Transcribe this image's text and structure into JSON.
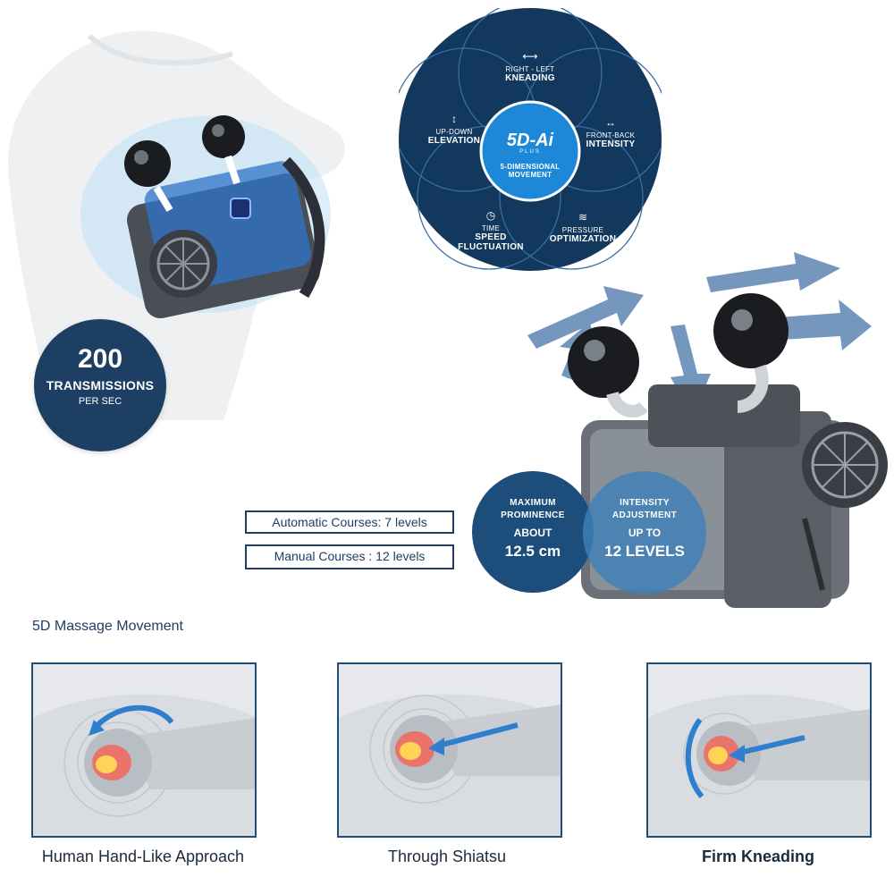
{
  "transmissions": {
    "value": "200",
    "label": "TRANSMISSIONS",
    "unit": "PER SEC"
  },
  "venn": {
    "center_logo": "5D-Ai",
    "center_logo_sub": "PLUS",
    "center_label_1": "5-DIMENSIONAL",
    "center_label_2": "MOVEMENT",
    "top": {
      "small": "RIGHT - LEFT",
      "bold": "KNEADING",
      "icon": "left-right-arrow-icon"
    },
    "left": {
      "small": "UP-DOWN",
      "bold": "ELEVATION",
      "icon": "up-down-arrow-icon"
    },
    "right": {
      "small": "FRONT-BACK",
      "bold": "INTENSITY",
      "icon": "front-back-arrow-icon"
    },
    "bottom_left": {
      "small": "TIME",
      "bold1": "SPEED",
      "bold2": "FLUCTUATION",
      "icon": "clock-icon"
    },
    "bottom_right": {
      "small": "PRESSURE",
      "bold": "OPTIMIZATION",
      "icon": "pressure-waves-icon"
    },
    "colors": {
      "dark": "#12385e",
      "center": "#1e88d8"
    }
  },
  "prominence": {
    "line1": "MAXIMUM",
    "line2": "PROMINENCE",
    "line3": "ABOUT",
    "value": "12.5 cm"
  },
  "intensity": {
    "line1": "INTENSITY",
    "line2": "ADJUSTMENT",
    "line3": "UP TO",
    "value": "12 LEVELS"
  },
  "courses": {
    "automatic": "Automatic Courses: 7 levels",
    "manual": "Manual Courses : 12 levels"
  },
  "section_title": "5D Massage Movement",
  "panels": [
    {
      "caption": "Human Hand-Like Approach"
    },
    {
      "caption": "Through Shiatsu"
    },
    {
      "caption": "Firm Kneading"
    }
  ]
}
